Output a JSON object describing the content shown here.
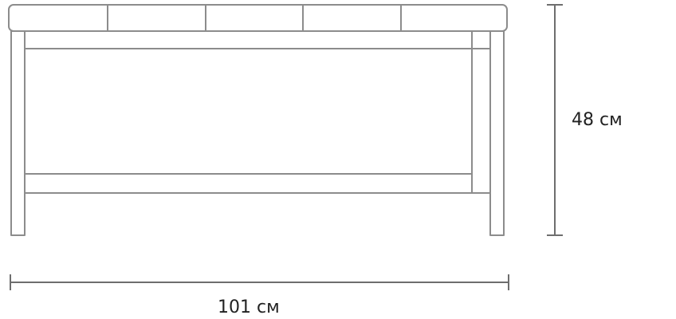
{
  "diagram": {
    "subject": "bench",
    "seat_cushion_sections": 5,
    "dimensions": {
      "height": "48 см",
      "width": "101 см"
    }
  },
  "colors": {
    "outline": "#8c8c8c",
    "dimension_line": "#6e6e6e",
    "text": "#222222",
    "background": "#ffffff"
  }
}
